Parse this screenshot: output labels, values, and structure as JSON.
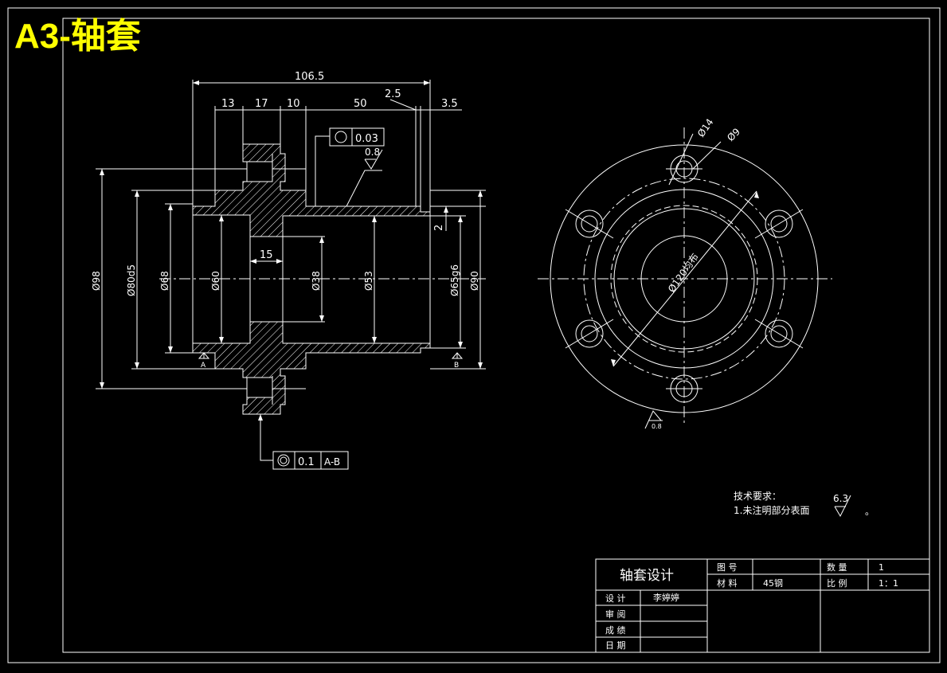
{
  "title_tag": "A3-轴套",
  "dims": {
    "d106": "106.5",
    "d13": "13",
    "d17": "17",
    "d10": "10",
    "d50": "50",
    "d2_5": "2.5",
    "d3_5": "3.5",
    "d15": "15",
    "d2": "2",
    "dia98": "Ø98",
    "dia80": "Ø80d5",
    "dia68": "Ø68",
    "dia60": "Ø60",
    "dia38": "Ø38",
    "dia53": "Ø53",
    "dia65": "Ø65g6",
    "dia90": "Ø90",
    "dia14": "Ø14",
    "dia9": "Ø9",
    "dia120": "Ø120均布"
  },
  "tolerances": {
    "circularity": "0.03",
    "coaxiality": "0.1",
    "datum_ref": "A-B",
    "datum_a": "A",
    "datum_b": "B"
  },
  "surface": {
    "roughness_inner": "0.8",
    "roughness_flange": "0.8",
    "roughness_general": "6.3"
  },
  "notes": {
    "heading": "技术要求：",
    "item1": "1.未注明部分表面",
    "end_mark": "。"
  },
  "title_block": {
    "part_name": "轴套设计",
    "drawing_no_label": "图 号",
    "qty_label": "数 量",
    "qty_value": "1",
    "material_label": "材 料",
    "material_value": "45钢",
    "scale_label": "比 例",
    "scale_value": "1：1",
    "designer_label": "设 计",
    "designer_value": "李婷婷",
    "review_label": "审 阅",
    "grade_label": "成 绩",
    "date_label": "日 期"
  },
  "colors": {
    "background": "#000000",
    "line": "#ffffff",
    "title_tag": "#ffff00"
  }
}
